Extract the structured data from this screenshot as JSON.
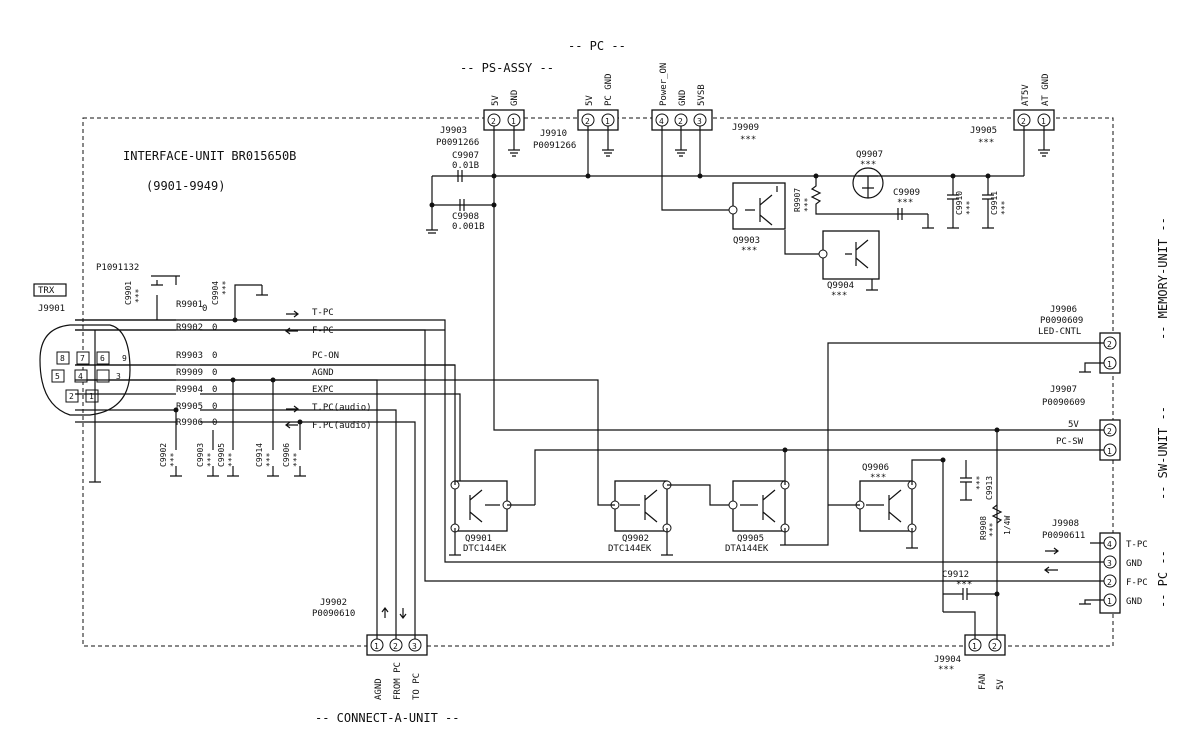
{
  "labels": {
    "pc_top": "-- PC --",
    "ps_assy": "-- PS-ASSY --",
    "unit_title": "INTERFACE-UNIT BR015650B",
    "unit_range": "(9901-9949)",
    "memory_unit": "-- MEMORY-UNIT --",
    "sw_unit": "-- SW-UNIT --",
    "pc_right": "-- PC --",
    "connect_a_unit": "-- CONNECT-A-UNIT --"
  },
  "connectors": {
    "j9903": {
      "ref": "J9903",
      "part": "P0091266",
      "pins": [
        "5V",
        "GND"
      ]
    },
    "j9910": {
      "ref": "J9910",
      "part": "P0091266",
      "pins": [
        "5V",
        "PC GND"
      ]
    },
    "j9909": {
      "ref": "J9909",
      "part": "***",
      "pins": [
        "Power_ON",
        "GND",
        "5VSB"
      ]
    },
    "j9905": {
      "ref": "J9905",
      "part": "***",
      "pins": [
        "AT5V",
        "AT GND"
      ]
    },
    "j9906": {
      "ref": "J9906",
      "part": "P0090609",
      "pin_label": "LED-CNTL"
    },
    "j9907": {
      "ref": "J9907",
      "part": "P0090609",
      "pin_labels": [
        "5V",
        "PC-SW"
      ]
    },
    "j9908": {
      "ref": "J9908",
      "part": "P0090611",
      "pin_labels": [
        "T-PC",
        "GND",
        "F-PC",
        "GND"
      ]
    },
    "j9902": {
      "ref": "J9902",
      "part": "P0090610",
      "pins": [
        "AGND",
        "FROM PC",
        "TO PC"
      ]
    },
    "j9904": {
      "ref": "J9904",
      "part": "***",
      "pins": [
        "FAN",
        "5V"
      ]
    },
    "j9901": {
      "ref": "J9901",
      "tag": "TRX",
      "part": "P1091132"
    }
  },
  "components": {
    "c9907": {
      "ref": "C9907",
      "value": "0.01B"
    },
    "c9908": {
      "ref": "C9908",
      "value": "0.001B"
    },
    "c9909": {
      "ref": "C9909",
      "value": "***"
    },
    "c9910": {
      "ref": "C9910",
      "value": "***"
    },
    "c9911": {
      "ref": "C9911",
      "value": "***"
    },
    "c9912": {
      "ref": "C9912",
      "value": "***"
    },
    "c9913": {
      "ref": "C9913",
      "value": "***"
    },
    "c9901": {
      "ref": "C9901",
      "value": "***"
    },
    "c9904": {
      "ref": "C9904",
      "value": "***"
    },
    "c9902": {
      "ref": "C9902",
      "value": "***"
    },
    "c9903": {
      "ref": "C9903",
      "value": "***"
    },
    "c9905": {
      "ref": "C9905",
      "value": "***"
    },
    "c9914": {
      "ref": "C9914",
      "value": "***"
    },
    "c9906": {
      "ref": "C9906",
      "value": "***"
    },
    "r9907": {
      "ref": "R9907",
      "value": "***"
    },
    "r9908": {
      "ref": "R9908",
      "value": "***",
      "rating": "1/4W"
    },
    "r9901": {
      "ref": "R9901",
      "value": "0"
    },
    "r9902": {
      "ref": "R9902",
      "value": "0"
    },
    "r9903": {
      "ref": "R9903",
      "value": "0"
    },
    "r9909": {
      "ref": "R9909",
      "value": "0"
    },
    "r9904": {
      "ref": "R9904",
      "value": "0"
    },
    "r9905": {
      "ref": "R9905",
      "value": "0"
    },
    "r9906": {
      "ref": "R9906",
      "value": "0"
    },
    "q9907": {
      "ref": "Q9907",
      "value": "***"
    },
    "q9903": {
      "ref": "Q9903",
      "value": "***"
    },
    "q9904": {
      "ref": "Q9904",
      "value": "***"
    },
    "q9901": {
      "ref": "Q9901",
      "value": "DTC144EK"
    },
    "q9902": {
      "ref": "Q9902",
      "value": "DTC144EK"
    },
    "q9905": {
      "ref": "Q9905",
      "value": "DTA144EK"
    },
    "q9906": {
      "ref": "Q9906",
      "value": "***"
    }
  },
  "nets": {
    "t_pc": "T-PC",
    "f_pc": "F-PC",
    "pc_on": "PC-ON",
    "agnd": "AGND",
    "expc": "EXPC",
    "t_pc_audio": "T.PC(audio)",
    "f_pc_audio": "F.PC(audio)"
  },
  "din_pins": [
    "8",
    "7",
    "6",
    "5",
    "4",
    "3",
    "2",
    "1",
    "9"
  ]
}
